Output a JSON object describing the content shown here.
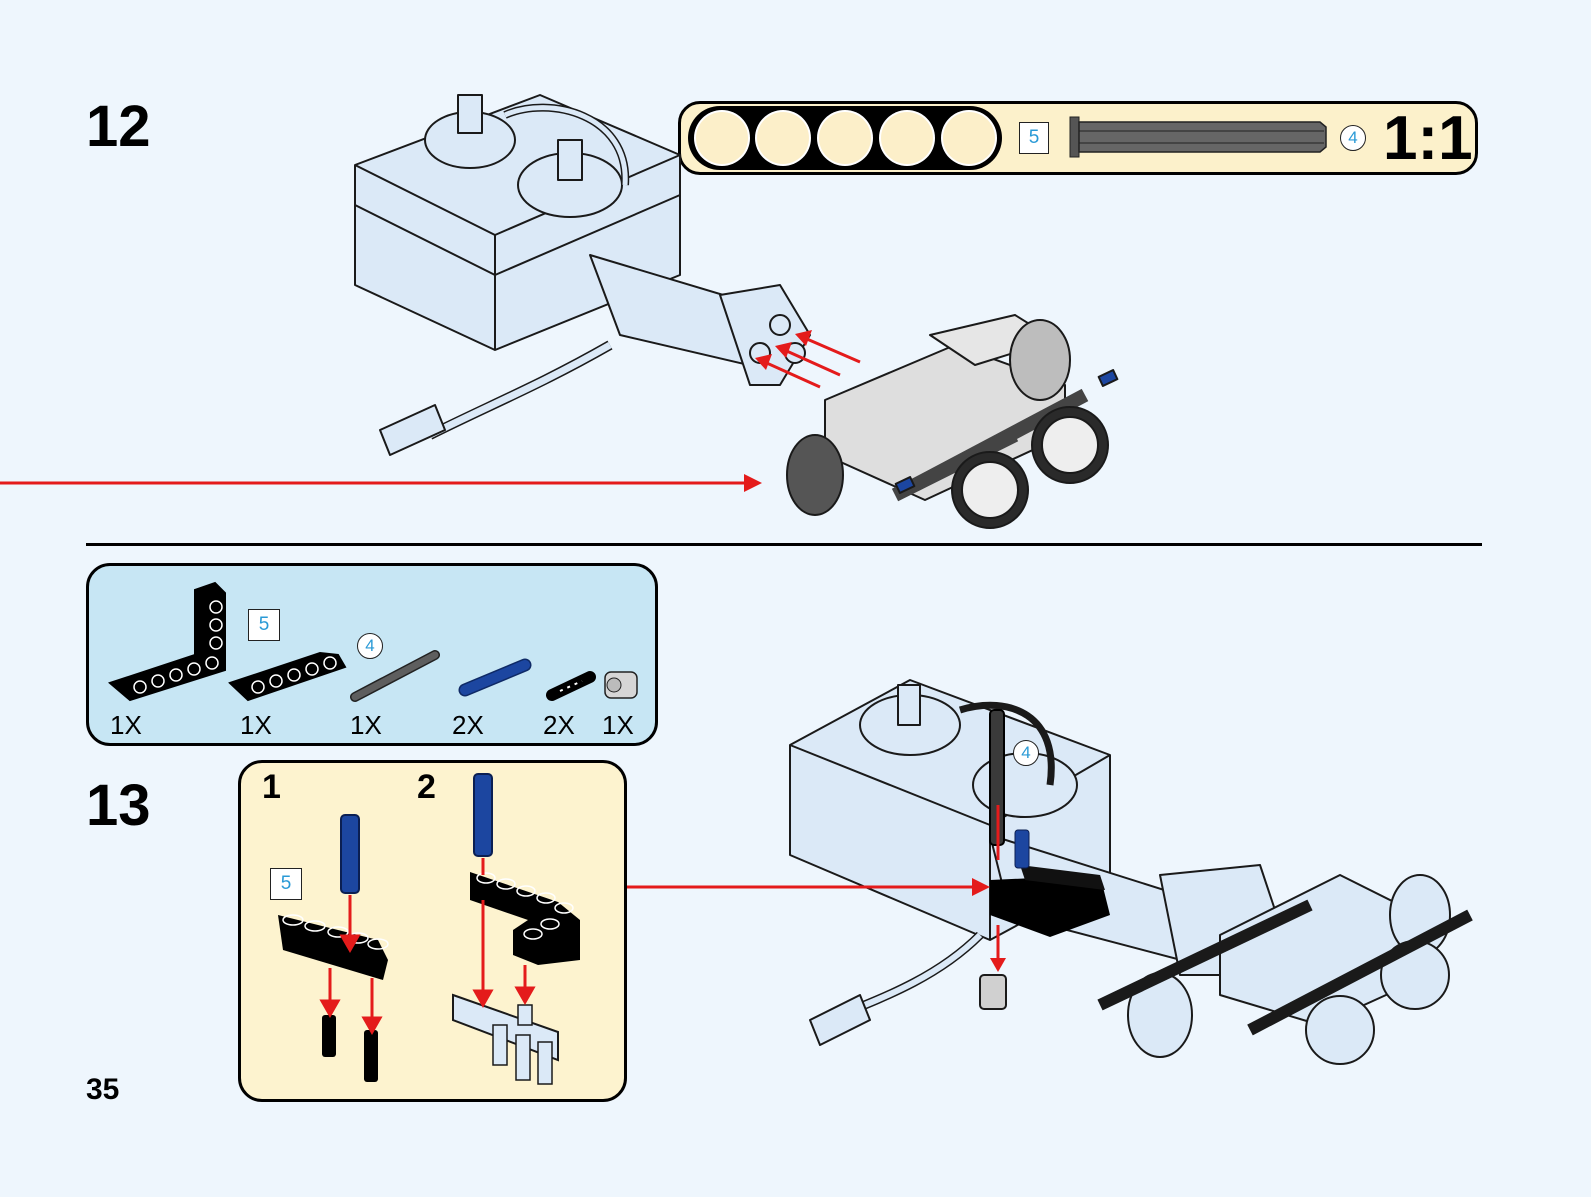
{
  "page": {
    "page_number": "35"
  },
  "step12": {
    "step_number": "12",
    "callout": {
      "beam_length_label": "5",
      "axle_length_label": "4",
      "scale_label": "1:1",
      "beam_hole_count": 5
    },
    "models": [
      "motor-assembly",
      "gearbox-chassis"
    ],
    "arrow_color": "#e41b1b"
  },
  "step13": {
    "step_number": "13",
    "parts_list": [
      {
        "name": "L-beam-black",
        "quantity": "1X"
      },
      {
        "name": "beam-5-black",
        "quantity": "1X",
        "length_label": "5"
      },
      {
        "name": "axle-4-grey",
        "quantity": "1X",
        "length_label": "4"
      },
      {
        "name": "long-pin-blue",
        "quantity": "2X"
      },
      {
        "name": "pin-black",
        "quantity": "2X"
      },
      {
        "name": "bush-grey",
        "quantity": "1X"
      }
    ],
    "sub_steps": [
      {
        "number": "1",
        "length_label": "5"
      },
      {
        "number": "2"
      }
    ],
    "main_model_axle_label": "4"
  },
  "colors": {
    "background": "#eef6fd",
    "callout_fill": "#fcf1cb",
    "parts_box_fill": "#c7e6f4",
    "sub_box_fill": "#fdf3cf",
    "arrow": "#e41b1b",
    "label_blue": "#2a9ad6",
    "part_light": "#dbe9f7",
    "part_blue": "#1c46a0"
  }
}
